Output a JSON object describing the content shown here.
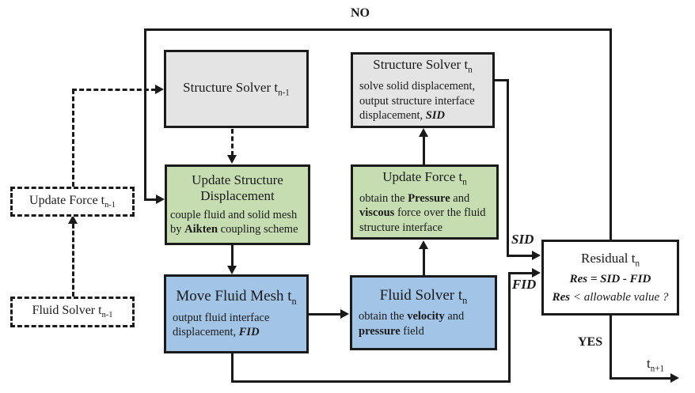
{
  "diagram": {
    "no_label": "NO",
    "yes_label": "YES",
    "sid_label": "SID",
    "fid_label": "FID",
    "t_next": {
      "base": "t",
      "sub": "n+1"
    }
  },
  "boxes": {
    "structure_solver_prev": {
      "title": "Structure Solver t",
      "sub": "n-1"
    },
    "update_force_prev": {
      "title": "Update Force t",
      "sub": "n-1"
    },
    "fluid_solver_prev": {
      "title": "Fluid Solver t",
      "sub": "n-1"
    },
    "update_structure_displacement": {
      "title1": "Update Structure",
      "title2": "Displacement",
      "body_pre": "couple fluid and solid mesh by ",
      "body_bold": "Aikten",
      "body_post": " coupling scheme"
    },
    "move_fluid_mesh": {
      "title": "Move Fluid Mesh t",
      "sub": "n",
      "body_pre": "output fluid interface displacement, ",
      "body_em": "FID"
    },
    "structure_solver_n": {
      "title": "Structure Solver t",
      "sub": "n",
      "body_pre": "solve solid displacement, output structure interface displacement, ",
      "body_em": "SID"
    },
    "update_force_n": {
      "title": "Update Force t",
      "sub": "n",
      "body_p1": "obtain the ",
      "body_b1": "Pressure",
      "body_p2": " and ",
      "body_b2": "viscous",
      "body_p3": " force over the fluid structure interface"
    },
    "fluid_solver_n": {
      "title": "Fluid Solver t",
      "sub": "n",
      "body_p1": "obtain the ",
      "body_b1": "velocity",
      "body_p2": " and ",
      "body_b2": "pressure",
      "body_p3": " field"
    },
    "residual": {
      "title": "Residual t",
      "sub": "n",
      "equation": "Res = SID - FID",
      "cond_b": "Res",
      "cond_rest": " < allowable value ?"
    }
  },
  "colors": {
    "gray_fill": "#e4e4e4",
    "green_fill": "#c6ddb2",
    "blue_fill": "#a2c5e7",
    "line": "#1a1a1a"
  }
}
